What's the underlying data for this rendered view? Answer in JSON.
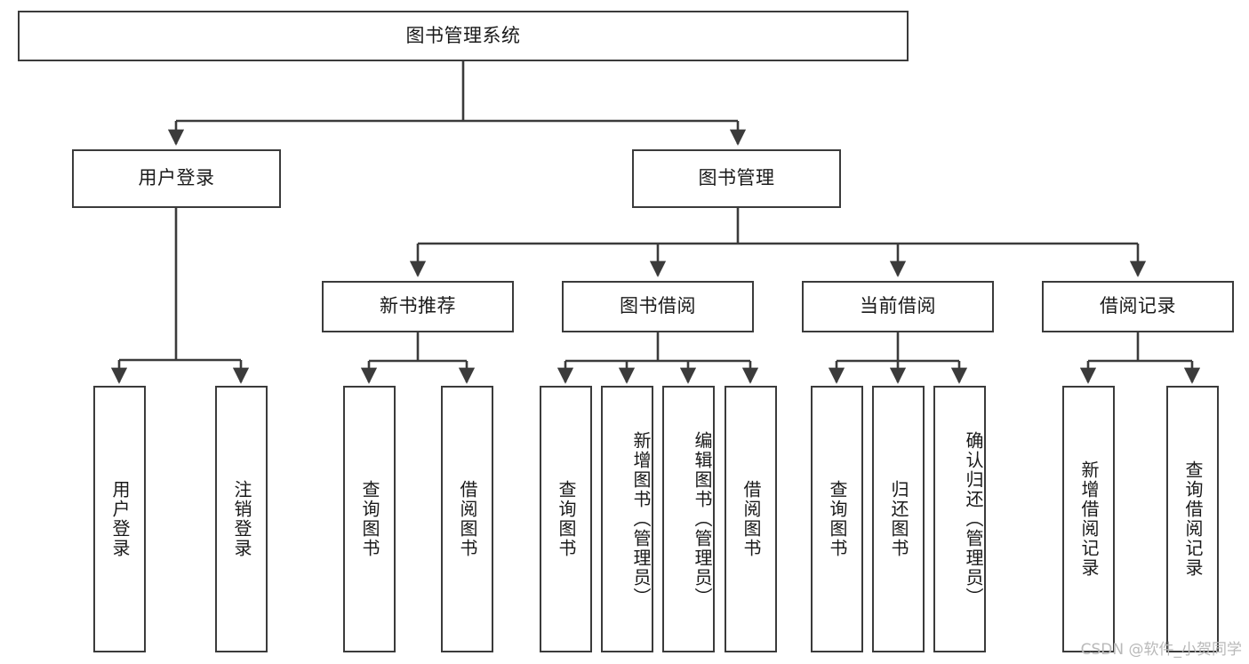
{
  "diagram": {
    "type": "tree-hierarchy",
    "title": "图书管理系统",
    "watermark": "CSDN @软件_小贺同学",
    "colors": {
      "stroke": "#3b3b3b",
      "fill": "#ffffff",
      "text": "#1a1a1a",
      "watermark": "#b9b9b9"
    },
    "nodes": {
      "root": {
        "label": "图书管理系统"
      },
      "level2": [
        {
          "id": "user-login",
          "label": "用户登录"
        },
        {
          "id": "book-manage",
          "label": "图书管理"
        }
      ],
      "level3": [
        {
          "id": "new-book-recommend",
          "label": "新书推荐"
        },
        {
          "id": "book-borrow",
          "label": "图书借阅"
        },
        {
          "id": "current-borrow",
          "label": "当前借阅"
        },
        {
          "id": "borrow-record",
          "label": "借阅记录"
        }
      ],
      "leaves": {
        "user-login": [
          {
            "id": "leaf-user-login",
            "label": "用户登录",
            "align": "center"
          },
          {
            "id": "leaf-user-logout",
            "label": "注销登录",
            "align": "center"
          }
        ],
        "new-book-recommend": [
          {
            "id": "leaf-query-book-1",
            "label": "查询图书",
            "align": "center"
          },
          {
            "id": "leaf-borrow-book-1",
            "label": "借阅图书",
            "align": "center"
          }
        ],
        "book-borrow": [
          {
            "id": "leaf-query-book-2",
            "label": "查询图书",
            "align": "center"
          },
          {
            "id": "leaf-add-book",
            "label": "新增图书（管理员）",
            "align": "start"
          },
          {
            "id": "leaf-edit-book",
            "label": "编辑图书（管理员）",
            "align": "start"
          },
          {
            "id": "leaf-borrow-book-2",
            "label": "借阅图书",
            "align": "center"
          }
        ],
        "current-borrow": [
          {
            "id": "leaf-query-book-3",
            "label": "查询图书",
            "align": "center"
          },
          {
            "id": "leaf-return-book",
            "label": "归还图书",
            "align": "center"
          },
          {
            "id": "leaf-confirm-return",
            "label": "确认归还（管理员）",
            "align": "start"
          }
        ],
        "borrow-record": [
          {
            "id": "leaf-add-record",
            "label": "新增借阅记录",
            "align": "center"
          },
          {
            "id": "leaf-query-record",
            "label": "查询借阅记录",
            "align": "center"
          }
        ]
      }
    }
  }
}
